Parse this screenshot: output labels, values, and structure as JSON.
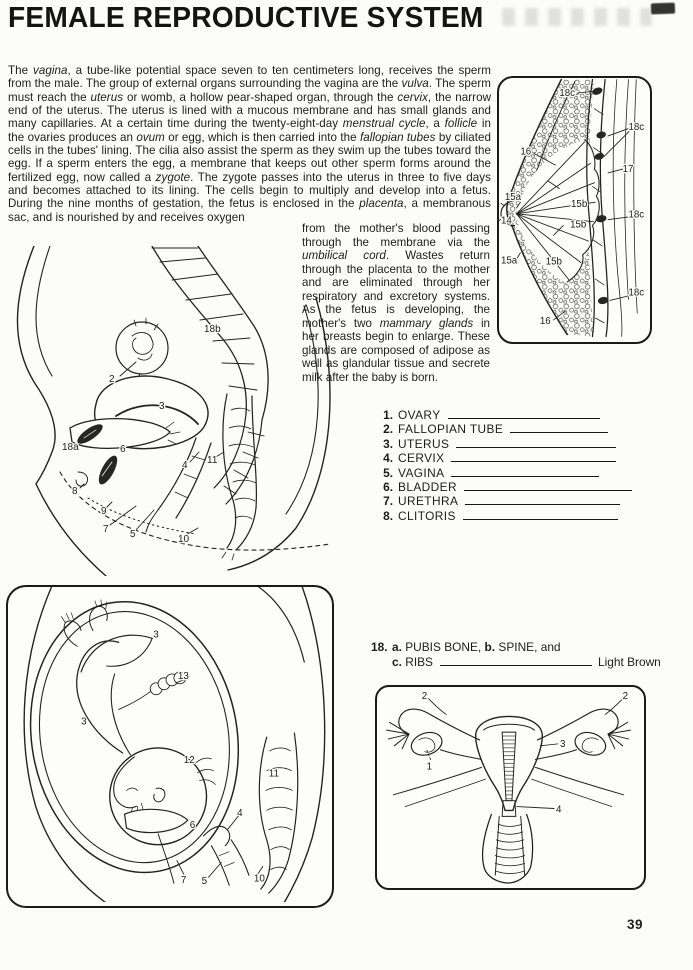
{
  "page": {
    "title": "FEMALE REPRODUCTIVE SYSTEM",
    "page_number": "39"
  },
  "article": {
    "para_main": [
      {
        "t": "The "
      },
      {
        "t": "vagina",
        "i": true
      },
      {
        "t": ", a tube-like potential space seven to ten centimeters long, receives the sperm from the male. The group of external organs surrounding the vagina are the "
      },
      {
        "t": "vulva",
        "i": true
      },
      {
        "t": ". The sperm must reach the "
      },
      {
        "t": "uterus",
        "i": true
      },
      {
        "t": " or womb, a hollow pear-shaped organ, through the "
      },
      {
        "t": "cervix",
        "i": true
      },
      {
        "t": ", the narrow end of the uterus. The uterus is lined with a mucous membrane and has small glands and many capillaries. At a certain time during the twenty-eight-day "
      },
      {
        "t": "menstrual cycle",
        "i": true
      },
      {
        "t": ", a "
      },
      {
        "t": "follicle",
        "i": true
      },
      {
        "t": " in the ovaries produces an "
      },
      {
        "t": "ovum",
        "i": true
      },
      {
        "t": " or egg, which is then carried into the "
      },
      {
        "t": "fallopian tubes",
        "i": true
      },
      {
        "t": " by ciliated cells in the tubes' lining. The cilia also assist the sperm as they swim up the tubes toward the egg. If a sperm enters the egg, a membrane that keeps out other sperm forms around the fertilized egg, now called a "
      },
      {
        "t": "zygote",
        "i": true
      },
      {
        "t": ". The zygote passes into the uterus in three to five days and becomes attached to its lining. The cells begin to multiply and develop into a fetus. During the nine months of gestation, the fetus is enclosed in the "
      },
      {
        "t": "placenta",
        "i": true
      },
      {
        "t": ", a membranous sac, and is nourished by and receives oxygen"
      }
    ],
    "para_wrap": [
      {
        "t": "from the mother's blood passing through the membrane via the "
      },
      {
        "t": "umbilical cord",
        "i": true
      },
      {
        "t": ". Wastes return through the placenta to the mother and are eliminated through her respiratory and excretory systems. As the fetus is developing, the mother's two "
      },
      {
        "t": "mammary glands",
        "i": true
      },
      {
        "t": " in her breasts begin to enlarge. These glands are composed of adipose as well as glandular tissue and secrete milk after the baby is born."
      }
    ]
  },
  "worksheet": {
    "items": [
      {
        "num": "1.",
        "label": "OVARY"
      },
      {
        "num": "2.",
        "label": "FALLOPIAN TUBE"
      },
      {
        "num": "3.",
        "label": "UTERUS"
      },
      {
        "num": "4.",
        "label": "CERVIX"
      },
      {
        "num": "5.",
        "label": "VAGINA"
      },
      {
        "num": "6.",
        "label": "BLADDER"
      },
      {
        "num": "7.",
        "label": "URETHRA"
      },
      {
        "num": "8.",
        "label": "CLITORIS"
      }
    ],
    "item18": {
      "num": "18.",
      "line1": [
        {
          "t": "a.",
          "b": true
        },
        {
          "t": " PUBIS BONE, "
        },
        {
          "t": "b.",
          "b": true
        },
        {
          "t": " SPINE, and"
        }
      ],
      "line2_label": [
        {
          "t": "c.",
          "b": true
        },
        {
          "t": " RIBS"
        }
      ],
      "answer": "Light Brown"
    }
  },
  "diagrams": {
    "breast": {
      "labels": [
        "18c",
        "18c",
        "16",
        "17",
        "15a",
        "14",
        "15b",
        "15b",
        "15a",
        "15b",
        "18c",
        "18c",
        "16"
      ]
    },
    "pelvis": {
      "labels": [
        "18b",
        "2",
        "3",
        "18a",
        "6",
        "4",
        "11",
        "8",
        "9",
        "7",
        "5",
        "10"
      ]
    },
    "pregnancy": {
      "labels": [
        "3",
        "13",
        "3",
        "12",
        "11",
        "4",
        "6",
        "7",
        "5",
        "10"
      ]
    },
    "uterus_front": {
      "labels": [
        "2",
        "2",
        "1",
        "3",
        "4"
      ]
    }
  }
}
